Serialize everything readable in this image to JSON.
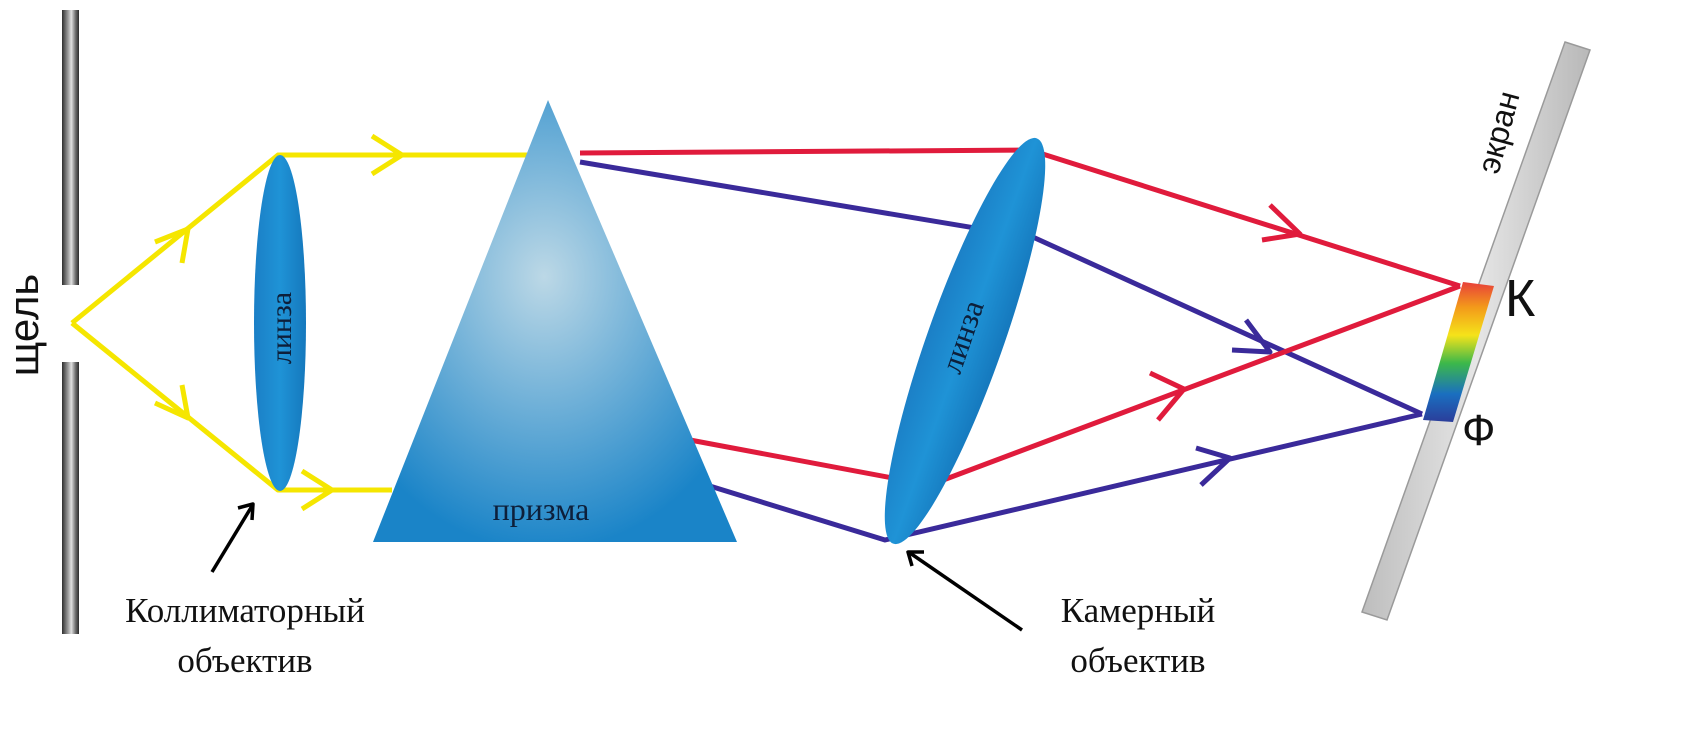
{
  "labels": {
    "slit": "щель",
    "lens": "линза",
    "prism": "призма",
    "screen": "экран",
    "collimator_line1": "Коллиматорный",
    "collimator_line2": "объектив",
    "camera_line1": "Камерный",
    "camera_line2": "объектив",
    "mark_red": "К",
    "mark_violet": "Ф"
  },
  "colors": {
    "yellow_beam": "#f5e600",
    "red_beam": "#e01b3c",
    "violet_beam": "#3a2a9a",
    "lens_fill": "#1a86cc",
    "prism_light": "#bcd8e6",
    "prism_dark": "#1a84c8",
    "screen": "#cfcfcf"
  }
}
